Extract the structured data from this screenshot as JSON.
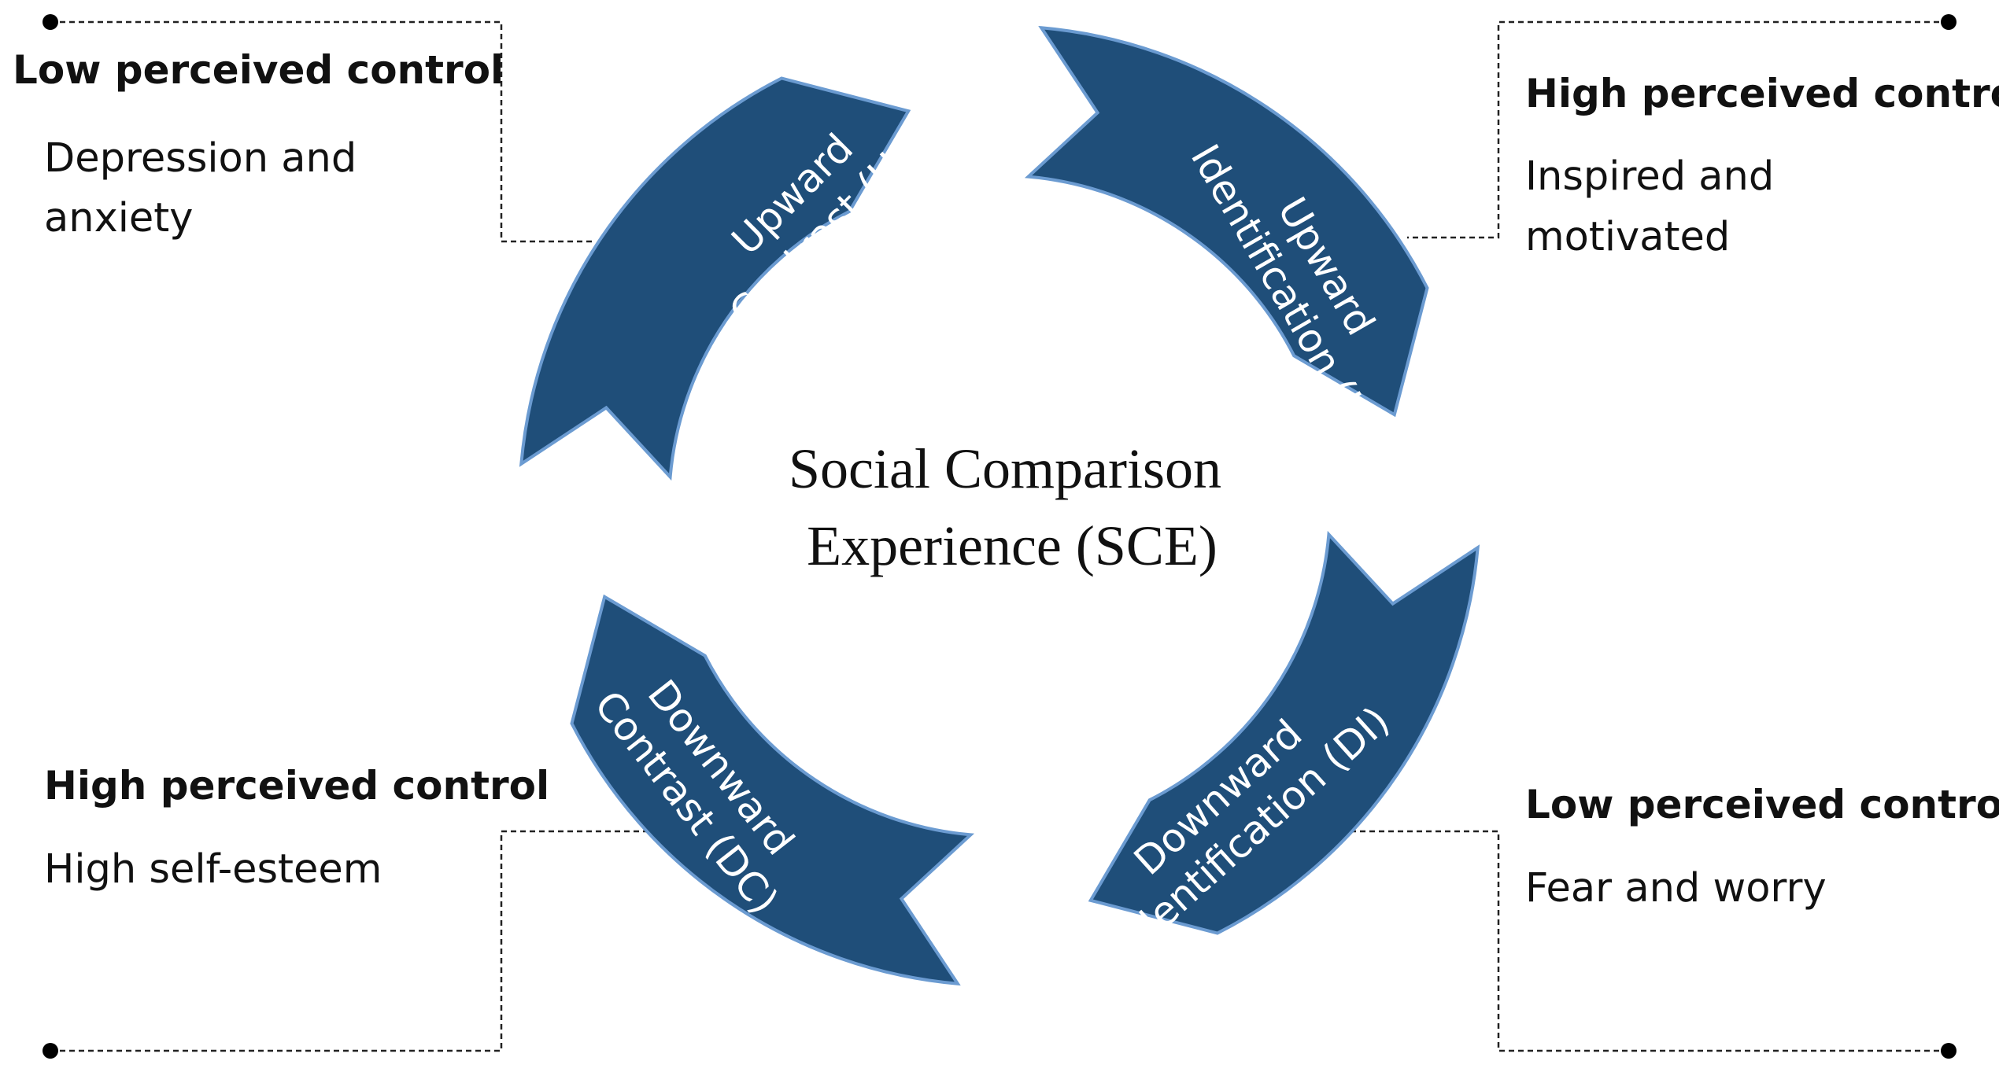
{
  "center": {
    "line1": "Social Comparison",
    "line2": "Experience (SCE)"
  },
  "segments": {
    "uc": {
      "line1": "Upward",
      "line2": "Contrast (UC)"
    },
    "ui": {
      "line1": "Upward",
      "line2": "Identification (UI)"
    },
    "di": {
      "line1": "Downward",
      "line2": "Identification (DI)"
    },
    "dc": {
      "line1": "Downward",
      "line2": "Contrast (DC)"
    }
  },
  "callouts": {
    "top_left": {
      "heading": "Low perceived control",
      "line1": "Depression and",
      "line2": "anxiety"
    },
    "top_right": {
      "heading": "High perceived control",
      "line1": "Inspired and",
      "line2": "motivated"
    },
    "bottom_left": {
      "heading": "High perceived control",
      "line1": "High self-esteem"
    },
    "bottom_right": {
      "heading": "Low perceived control",
      "line1": "Fear and worry"
    }
  },
  "colors": {
    "arrow_fill": "#1f4e79",
    "arrow_stroke": "#6b9bd1"
  }
}
